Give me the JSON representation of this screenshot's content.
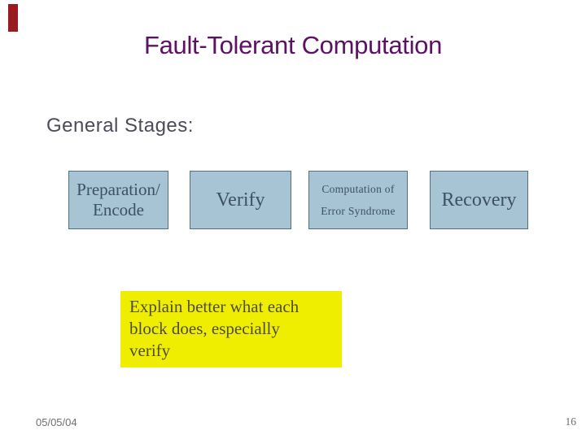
{
  "slide": {
    "title": "Fault-Tolerant Computation",
    "heading": "General Stages:",
    "stages": [
      {
        "name": "preparation-encode",
        "lines": [
          "Preparation/",
          "Encode"
        ]
      },
      {
        "name": "verify",
        "lines": [
          "Verify"
        ]
      },
      {
        "name": "error-syndrome",
        "lines": [
          "Computation of",
          "Error Syndrome"
        ]
      },
      {
        "name": "recovery",
        "lines": [
          "Recovery"
        ]
      }
    ],
    "note": {
      "lines": [
        "Explain better what each",
        "block does, especially",
        "verify"
      ]
    },
    "footer": {
      "date": "05/05/04",
      "page_number": "16"
    },
    "colors": {
      "title_text": "#5d1164",
      "heading_text": "#4b4b59",
      "accent_bar": "#9a1b1f",
      "stage_box_fill": "#a6c4d3",
      "stage_box_border": "#53707e",
      "stage_box_text": "#3e5065",
      "note_fill": "#efee00",
      "note_text": "#4d4c3e",
      "footer_text": "#6f6f6f"
    }
  }
}
